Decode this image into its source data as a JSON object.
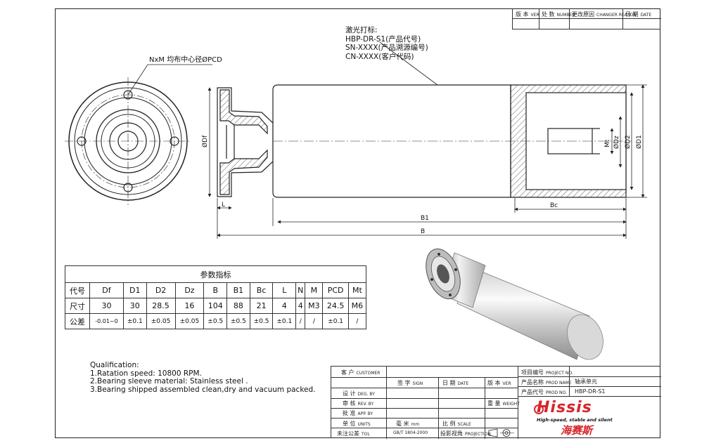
{
  "revision_block": {
    "cells": [
      "版 本",
      "VER",
      "处 数",
      "NUMBER",
      "更改原因",
      "CHANGER REASON",
      "日 期",
      "DATE"
    ]
  },
  "laser_marking": {
    "title": "激光打标:",
    "lines": [
      "HBP-DR-S1(产品代号)",
      "SN-XXXX(产品溯源编号)",
      "CN-XXXX(客户代码)"
    ]
  },
  "pcd_note": "NxM 均布中心径ØPCD",
  "dimensions": {
    "Df": "ØDf",
    "Mt": "Mt",
    "Dz": "ØDz",
    "D2": "ØD2",
    "D1": "ØD1",
    "L": "L",
    "Bc": "Bc",
    "B1": "B1",
    "B": "B"
  },
  "param_table": {
    "title": "参数指标",
    "headers": [
      "代号",
      "Df",
      "D1",
      "D2",
      "Dz",
      "B",
      "B1",
      "Bc",
      "L",
      "N",
      "M",
      "PCD",
      "Mt"
    ],
    "size_row": [
      "尺寸",
      "30",
      "30",
      "28.5",
      "16",
      "104",
      "88",
      "21",
      "4",
      "4",
      "M3",
      "24.5",
      "M6"
    ],
    "tol_row": [
      "公差",
      "-0.01~0",
      "±0.1",
      "±0.05",
      "±0.05",
      "±0.5",
      "±0.5",
      "±0.5",
      "±0.1",
      "/",
      "/",
      "±0.1",
      "/"
    ]
  },
  "qualification": {
    "title": "Qualification:",
    "items": [
      "1.Ratation speed: 10800 RPM.",
      "2.Bearing sleeve material: Stainless steel .",
      "3.Bearing shipped assembled clean,dry and vacuum packed."
    ]
  },
  "title_block": {
    "customer_cn": "客 户",
    "customer_en": "CUSTOMER",
    "sign_cn": "签 字",
    "sign_en": "SIGN",
    "date_cn": "日 期",
    "date_en": "DATE",
    "ver_cn": "版 本",
    "ver_en": "VER",
    "design_cn": "设 计",
    "design_en": "DEG. BY",
    "review_cn": "审 核",
    "review_en": "REV. BY",
    "approve_cn": "批 准",
    "approve_en": "APP. BY",
    "weight_cn": "重 量",
    "weight_en": "WEIGHT",
    "units_cn": "单 位",
    "units_en": "UNITS",
    "units_val_cn": "毫 米",
    "units_val_en": "mm",
    "scale_cn": "比 例",
    "scale_en": "SCALE",
    "tol_cn": "未注公差",
    "tol_en": "TOL",
    "tol_val": "GB/T 1804-2000",
    "proj_cn": "投影视角",
    "proj_en": "PROJECTION",
    "project_no_cn": "项目编号",
    "project_no_en": "PROJECT NO.",
    "prod_name_cn": "产品名称",
    "prod_name_en": "PROD NAME",
    "prod_name_val": "轴承单元",
    "prod_no_cn": "产品代号",
    "prod_no_en": "PROD NO.",
    "prod_no_val": "HBP-DR-S1"
  },
  "logo": {
    "brand": "Hissis",
    "tagline": "High-speed, stable and silent",
    "cn": "海赛斯",
    "color": "#d8262b"
  }
}
